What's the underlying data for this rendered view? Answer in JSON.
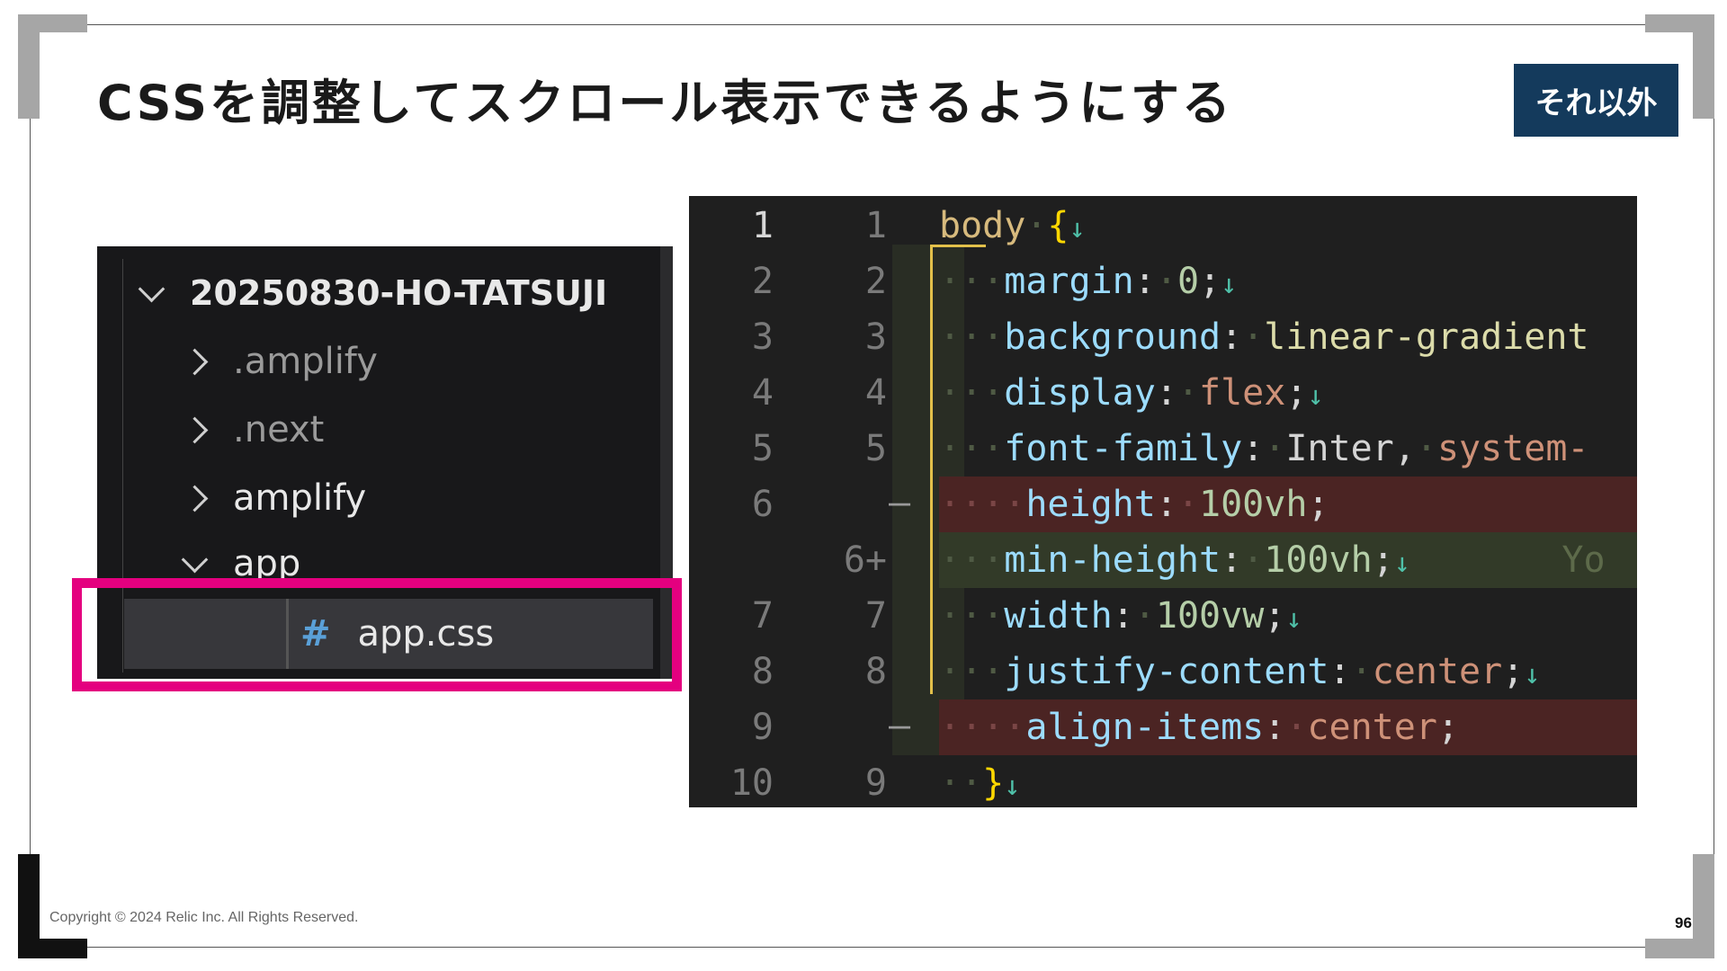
{
  "slide": {
    "title": "CSSを調整してスクロール表示できるようにする",
    "badge": "それ以外",
    "copyright": "Copyright © 2024 Relic Inc. All Rights Reserved.",
    "page_number": "96"
  },
  "explorer": {
    "root": "20250830-HO-TATSUJI",
    "items": [
      {
        "label": ".amplify",
        "state": "collapsed"
      },
      {
        "label": ".next",
        "state": "collapsed"
      },
      {
        "label": "amplify",
        "state": "collapsed"
      },
      {
        "label": "app",
        "state": "expanded"
      }
    ],
    "selected_file": {
      "icon": "#",
      "label": "app.css"
    }
  },
  "editor": {
    "lines": [
      {
        "old": "1",
        "new": "1",
        "mark": "",
        "type": "normal",
        "tokens": [
          [
            "sel",
            "body"
          ],
          [
            "ws",
            "·"
          ],
          [
            "brace",
            "{"
          ],
          [
            "arrow",
            "↓"
          ]
        ]
      },
      {
        "old": "2",
        "new": "2",
        "mark": "",
        "type": "normal",
        "tokens": [
          [
            "ws",
            "···"
          ],
          [
            "prop",
            "margin"
          ],
          [
            "punc",
            ":"
          ],
          [
            "ws",
            "·"
          ],
          [
            "num",
            "0"
          ],
          [
            "punc",
            ";"
          ],
          [
            "arrow",
            "↓"
          ]
        ]
      },
      {
        "old": "3",
        "new": "3",
        "mark": "",
        "type": "normal",
        "tokens": [
          [
            "ws",
            "···"
          ],
          [
            "prop",
            "background"
          ],
          [
            "punc",
            ":"
          ],
          [
            "ws",
            "·"
          ],
          [
            "fn",
            "linear-gradient"
          ]
        ]
      },
      {
        "old": "4",
        "new": "4",
        "mark": "",
        "type": "normal",
        "tokens": [
          [
            "ws",
            "···"
          ],
          [
            "prop",
            "display"
          ],
          [
            "punc",
            ":"
          ],
          [
            "ws",
            "·"
          ],
          [
            "val",
            "flex"
          ],
          [
            "punc",
            ";"
          ],
          [
            "arrow",
            "↓"
          ]
        ]
      },
      {
        "old": "5",
        "new": "5",
        "mark": "",
        "type": "normal",
        "tokens": [
          [
            "ws",
            "···"
          ],
          [
            "prop",
            "font-family"
          ],
          [
            "punc",
            ":"
          ],
          [
            "ws",
            "·"
          ],
          [
            "punc",
            "Inter,"
          ],
          [
            "ws",
            "·"
          ],
          [
            "val",
            "system-"
          ]
        ]
      },
      {
        "old": "6",
        "new": "",
        "mark": "—",
        "type": "del",
        "tokens": [
          [
            "ws-del",
            "····"
          ],
          [
            "prop",
            "height"
          ],
          [
            "punc",
            ":"
          ],
          [
            "ws-del",
            "·"
          ],
          [
            "num",
            "100vh"
          ],
          [
            "punc",
            ";"
          ]
        ]
      },
      {
        "old": "",
        "new": "6+",
        "mark": "",
        "type": "add",
        "tokens": [
          [
            "ws",
            "···"
          ],
          [
            "prop",
            "min-height"
          ],
          [
            "punc",
            ":"
          ],
          [
            "ws",
            "·"
          ],
          [
            "num",
            "100vh"
          ],
          [
            "punc",
            ";"
          ],
          [
            "arrow",
            "↓"
          ],
          [
            "hint",
            "       Yo"
          ]
        ]
      },
      {
        "old": "7",
        "new": "7",
        "mark": "",
        "type": "normal",
        "tokens": [
          [
            "ws",
            "···"
          ],
          [
            "prop",
            "width"
          ],
          [
            "punc",
            ":"
          ],
          [
            "ws",
            "·"
          ],
          [
            "num",
            "100vw"
          ],
          [
            "punc",
            ";"
          ],
          [
            "arrow",
            "↓"
          ]
        ]
      },
      {
        "old": "8",
        "new": "8",
        "mark": "",
        "type": "normal",
        "tokens": [
          [
            "ws",
            "···"
          ],
          [
            "prop",
            "justify-content"
          ],
          [
            "punc",
            ":"
          ],
          [
            "ws",
            "·"
          ],
          [
            "val",
            "center"
          ],
          [
            "punc",
            ";"
          ],
          [
            "arrow",
            "↓"
          ]
        ]
      },
      {
        "old": "9",
        "new": "",
        "mark": "—",
        "type": "del",
        "tokens": [
          [
            "ws-del",
            "····"
          ],
          [
            "prop",
            "align-items"
          ],
          [
            "punc",
            ":"
          ],
          [
            "ws-del",
            "·"
          ],
          [
            "val",
            "center"
          ],
          [
            "punc",
            ";"
          ]
        ]
      },
      {
        "old": "10",
        "new": "9",
        "mark": "",
        "type": "normal",
        "tokens": [
          [
            "ws",
            "··"
          ],
          [
            "brace",
            "}"
          ],
          [
            "arrow",
            "↓"
          ]
        ]
      }
    ]
  }
}
